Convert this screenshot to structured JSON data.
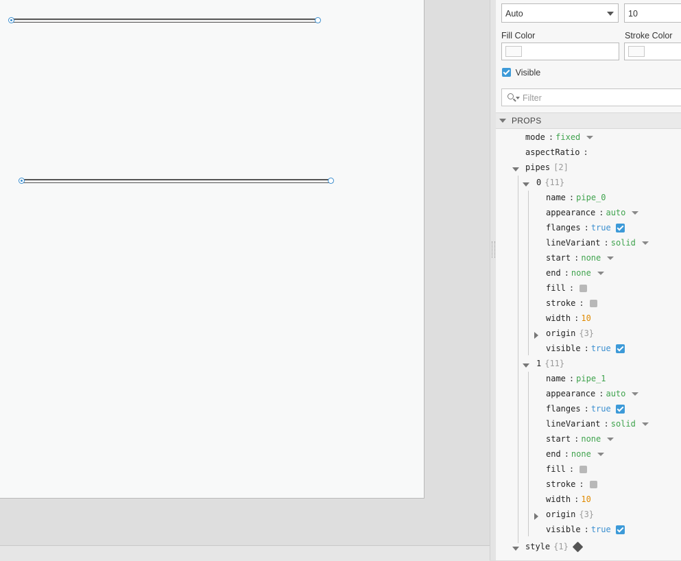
{
  "panel": {
    "type_select": {
      "value": "Auto"
    },
    "width_input": {
      "value": "10"
    },
    "fill_color_label": "Fill Color",
    "stroke_color_label": "Stroke Color",
    "visible_label": "Visible",
    "filter": {
      "placeholder": "Filter"
    },
    "props_header": "PROPS"
  },
  "tree": {
    "mode": {
      "key": "mode",
      "value": "fixed"
    },
    "aspectRatio": {
      "key": "aspectRatio"
    },
    "pipes": {
      "key": "pipes",
      "meta": "[2]"
    },
    "pipe0": {
      "index": "0",
      "meta": "{11}",
      "name": "pipe_0",
      "appearance": "auto",
      "flanges": "true",
      "lineVariant": "solid",
      "start": "none",
      "end": "none",
      "width": "10",
      "origin_meta": "{3}",
      "visible": "true"
    },
    "pipe1": {
      "index": "1",
      "meta": "{11}",
      "name": "pipe_1",
      "appearance": "auto",
      "flanges": "true",
      "lineVariant": "solid",
      "start": "none",
      "end": "none",
      "width": "10",
      "origin_meta": "{3}",
      "visible": "true"
    },
    "style": {
      "key": "style",
      "meta": "{1}"
    },
    "keys": {
      "name": "name",
      "appearance": "appearance",
      "flanges": "flanges",
      "lineVariant": "lineVariant",
      "start": "start",
      "end": "end",
      "fill": "fill",
      "stroke": "stroke",
      "width": "width",
      "origin": "origin",
      "visible": "visible"
    }
  }
}
